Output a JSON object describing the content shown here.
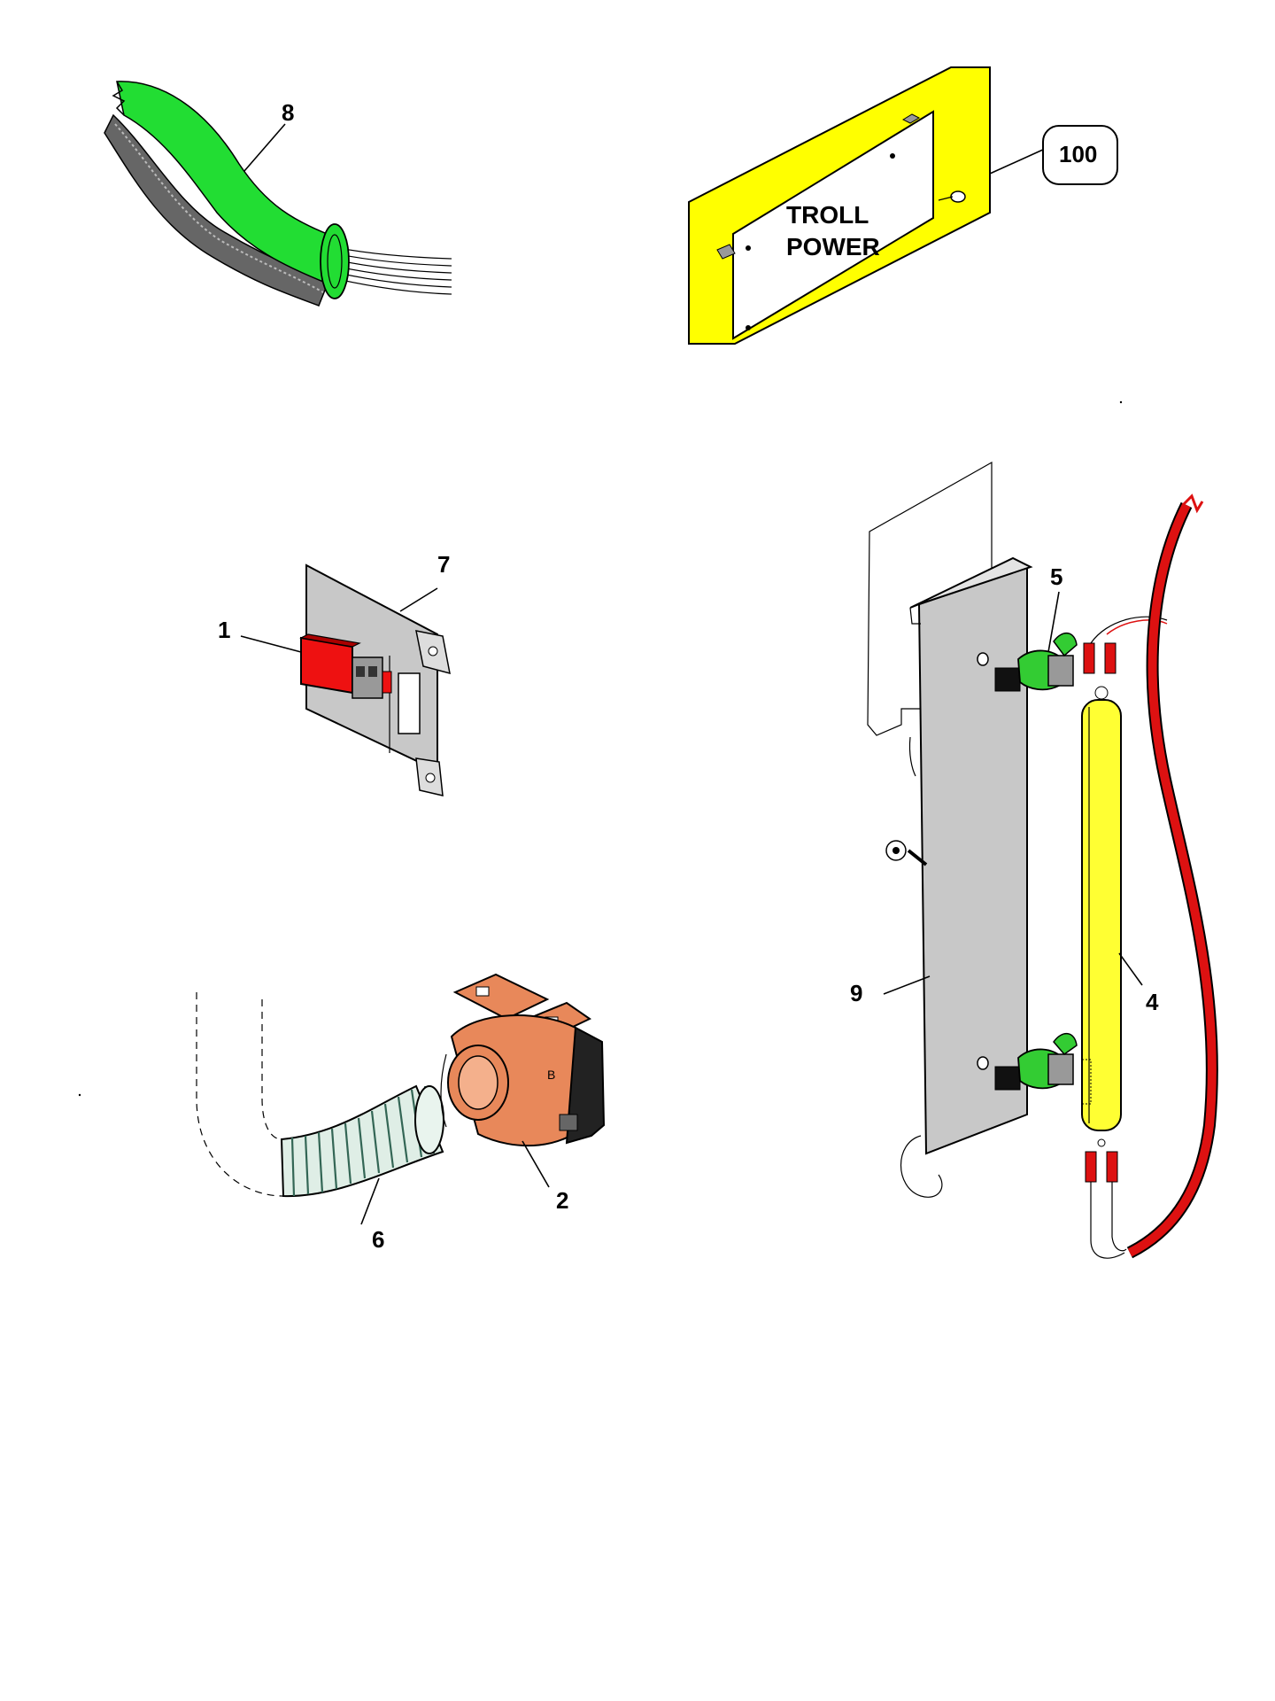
{
  "callouts": {
    "c1": "1",
    "c2": "2",
    "c4": "4",
    "c5": "5",
    "c6": "6",
    "c7": "7",
    "c8": "8",
    "c9": "9",
    "c100": "100"
  },
  "plate": {
    "line1": "TROLL",
    "line2": "POWER"
  },
  "colors": {
    "harness_green": "#22dd33",
    "plate_yellow": "#ffff00",
    "switch_red": "#ee1111",
    "blower_orange": "#e8885a",
    "clip_green": "#33cc33",
    "tube_yellow": "#ffff33",
    "cable_red": "#dd1111",
    "panel_gray": "#c8c8c8"
  }
}
